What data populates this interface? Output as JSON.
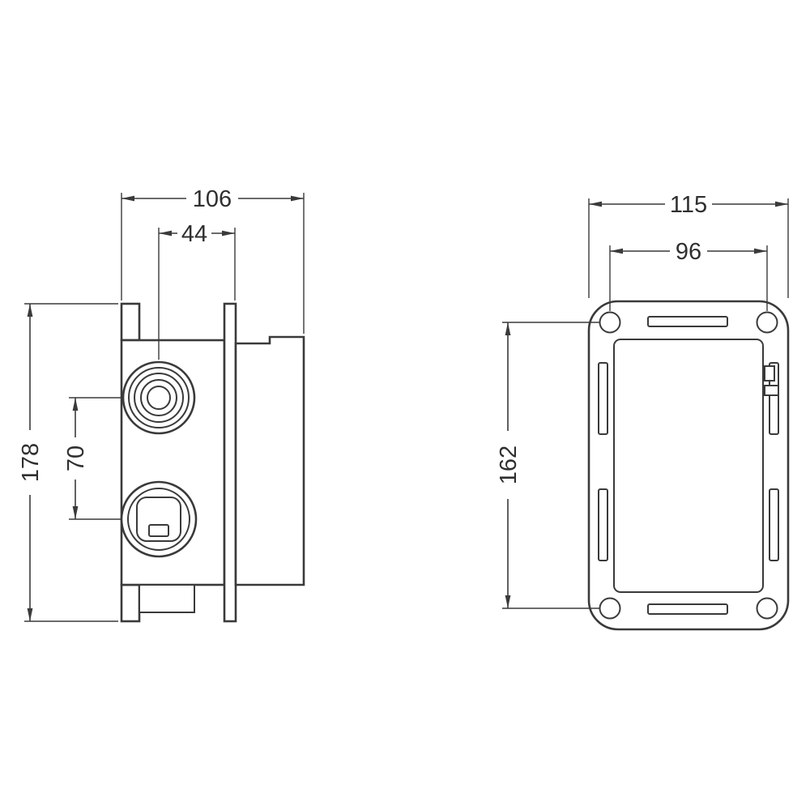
{
  "drawing": {
    "colors": {
      "line": "#3a3a3a",
      "background": "#ffffff"
    },
    "side_view": {
      "dim_overall_width": "106",
      "dim_port_offset": "44",
      "dim_overall_height": "178",
      "dim_port_spacing": "70"
    },
    "front_view": {
      "dim_overall_width": "115",
      "dim_hole_spacing_horizontal": "96",
      "dim_overall_height": "162"
    }
  }
}
